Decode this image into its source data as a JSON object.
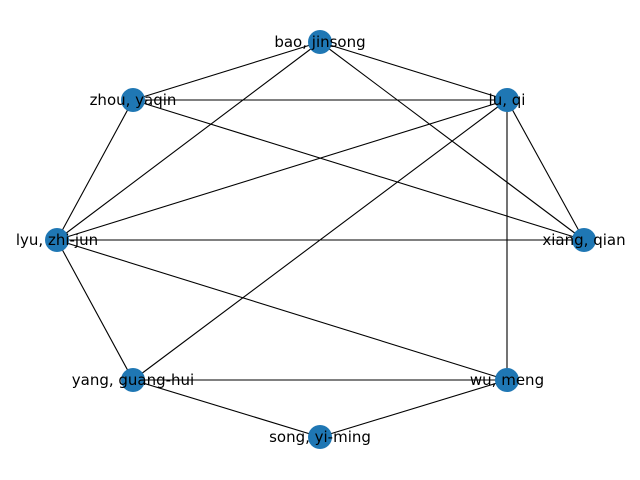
{
  "graph": {
    "node_color": "#1f77b4",
    "edge_color": "#000000",
    "nodes": [
      {
        "id": "bao",
        "label": "bao, jinsong"
      },
      {
        "id": "lu",
        "label": "lu, qi"
      },
      {
        "id": "zhou",
        "label": "zhou, yaqin"
      },
      {
        "id": "lyu",
        "label": "lyu, zhi-jun"
      },
      {
        "id": "xiang",
        "label": "xiang, qian"
      },
      {
        "id": "yang",
        "label": "yang, guang-hui"
      },
      {
        "id": "wu",
        "label": "wu, meng"
      },
      {
        "id": "song",
        "label": "song, yi-ming"
      }
    ],
    "edges": [
      [
        "bao",
        "zhou"
      ],
      [
        "bao",
        "lu"
      ],
      [
        "bao",
        "lyu"
      ],
      [
        "bao",
        "xiang"
      ],
      [
        "zhou",
        "lu"
      ],
      [
        "zhou",
        "lyu"
      ],
      [
        "zhou",
        "xiang"
      ],
      [
        "lu",
        "lyu"
      ],
      [
        "lu",
        "xiang"
      ],
      [
        "lu",
        "yang"
      ],
      [
        "lu",
        "wu"
      ],
      [
        "lyu",
        "xiang"
      ],
      [
        "lyu",
        "yang"
      ],
      [
        "lyu",
        "wu"
      ],
      [
        "yang",
        "wu"
      ],
      [
        "yang",
        "song"
      ],
      [
        "wu",
        "song"
      ]
    ]
  }
}
